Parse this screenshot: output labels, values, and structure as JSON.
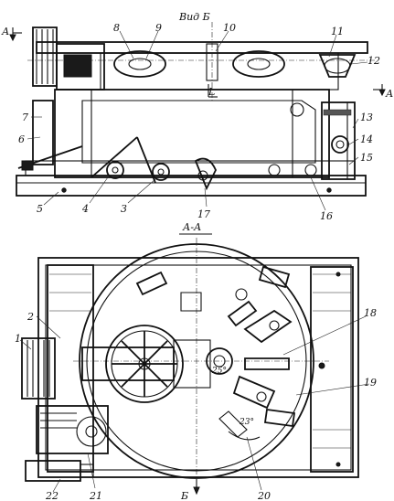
{
  "view_titles": {
    "top_view": "Вид Б",
    "section": "А-А"
  },
  "section_marks": {
    "a_left": "А",
    "a_right": "А",
    "l_mark": "L",
    "b_bottom": "Б"
  },
  "angles": {
    "angle_25": "25°",
    "angle_23": "23°"
  },
  "callouts": [
    "1",
    "2",
    "3",
    "4",
    "5",
    "6",
    "7",
    "8",
    "9",
    "10",
    "11",
    "12",
    "13",
    "14",
    "15",
    "16",
    "17",
    "18",
    "19",
    "20",
    "21",
    "22"
  ]
}
